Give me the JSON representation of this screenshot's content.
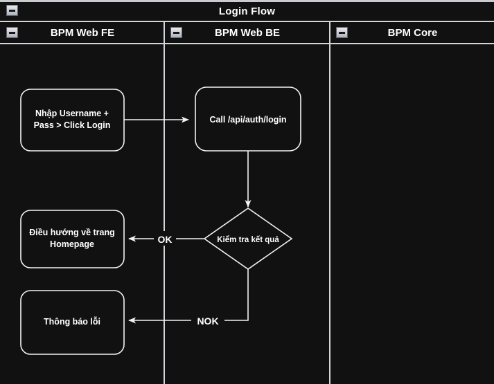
{
  "pool": {
    "title": "Login Flow",
    "collapse_icon": "minus-box-icon"
  },
  "lanes": [
    {
      "id": "fe",
      "label": "BPM Web FE",
      "collapse_icon": "minus-box-icon"
    },
    {
      "id": "be",
      "label": "BPM Web BE",
      "collapse_icon": "minus-box-icon"
    },
    {
      "id": "core",
      "label": "BPM Core",
      "collapse_icon": "minus-box-icon"
    }
  ],
  "nodes": {
    "login_input": {
      "type": "task",
      "lane": "fe",
      "line1": "Nhập Username +",
      "line2": "Pass > Click Login"
    },
    "call_api": {
      "type": "task",
      "lane": "be",
      "line1": "Call /api/auth/login"
    },
    "check_result": {
      "type": "decision",
      "lane": "be",
      "line1": "Kiểm tra kết quả"
    },
    "redirect_home": {
      "type": "task",
      "lane": "fe",
      "line1": "Điều hướng về trang",
      "line2": "Homepage"
    },
    "show_error": {
      "type": "task",
      "lane": "fe",
      "line1": "Thông báo lỗi"
    }
  },
  "edges": [
    {
      "id": "e1",
      "from": "login_input",
      "to": "call_api",
      "label": ""
    },
    {
      "id": "e2",
      "from": "call_api",
      "to": "check_result",
      "label": ""
    },
    {
      "id": "e3",
      "from": "check_result",
      "to": "redirect_home",
      "label": "OK"
    },
    {
      "id": "e4",
      "from": "check_result",
      "to": "show_error",
      "label": "NOK"
    }
  ],
  "colors": {
    "background": "#111111",
    "stroke": "#f2f3f5",
    "rule": "#d2d5da",
    "text": "#ffffff",
    "icon_face_light": "#e8eaee",
    "icon_face_dark": "#aeb3bb",
    "icon_glyph": "#15171a"
  }
}
